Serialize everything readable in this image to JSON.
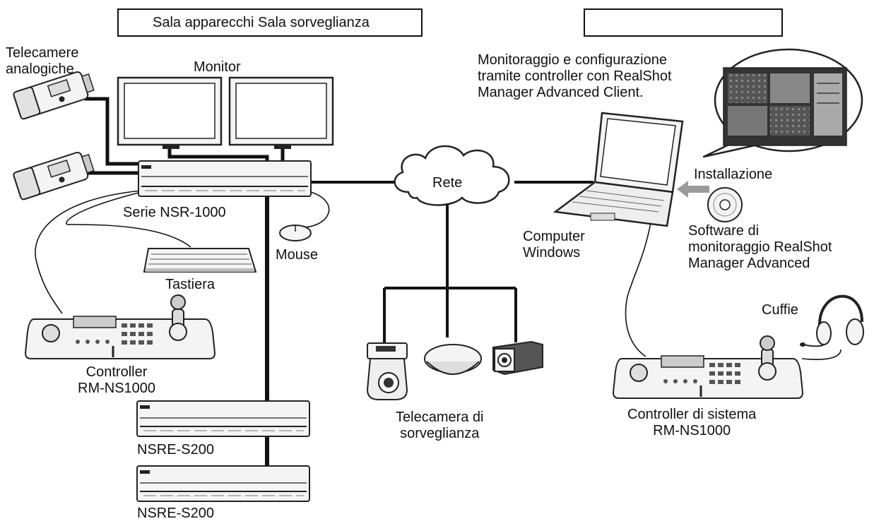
{
  "header": {
    "left_box_text": "Sala apparecchi Sala sorveglianza",
    "right_box_text": ""
  },
  "labels": {
    "analog_cameras": "Telecamere\nanalogiche",
    "monitor": "Monitor",
    "recorder": "Serie NSR-1000",
    "mouse": "Mouse",
    "keyboard": "Tastiera",
    "controller_left": "Controller\nRM-NS1000",
    "expansion_1": "NSRE-S200",
    "expansion_2": "NSRE-S200",
    "network": "Rete",
    "surveillance_camera": "Telecamera di\nsorveglianza",
    "monitoring_desc": "Monitoraggio e configurazione\ntramite controller con RealShot\nManager Advanced Client.",
    "windows_pc": "Computer\nWindows",
    "installation": "Installazione",
    "software": "Software di\nmonitoraggio RealShot\nManager Advanced",
    "headphones": "Cuffie",
    "system_controller": "Controller di sistema\nRM-NS1000"
  },
  "colors": {
    "line": "#111111",
    "device_fill": "#f4f4f4",
    "device_stroke": "#222222",
    "arrow": "#9a9a9a"
  },
  "icons": [
    "analog-camera-icon",
    "monitor-icon",
    "recorder-icon",
    "mouse-icon",
    "keyboard-icon",
    "controller-icon",
    "expansion-unit-icon",
    "cloud-icon",
    "ptz-camera-icon",
    "dome-camera-icon",
    "box-camera-icon",
    "laptop-icon",
    "speech-bubble-icon",
    "cd-icon",
    "arrow-icon",
    "headphones-icon"
  ]
}
